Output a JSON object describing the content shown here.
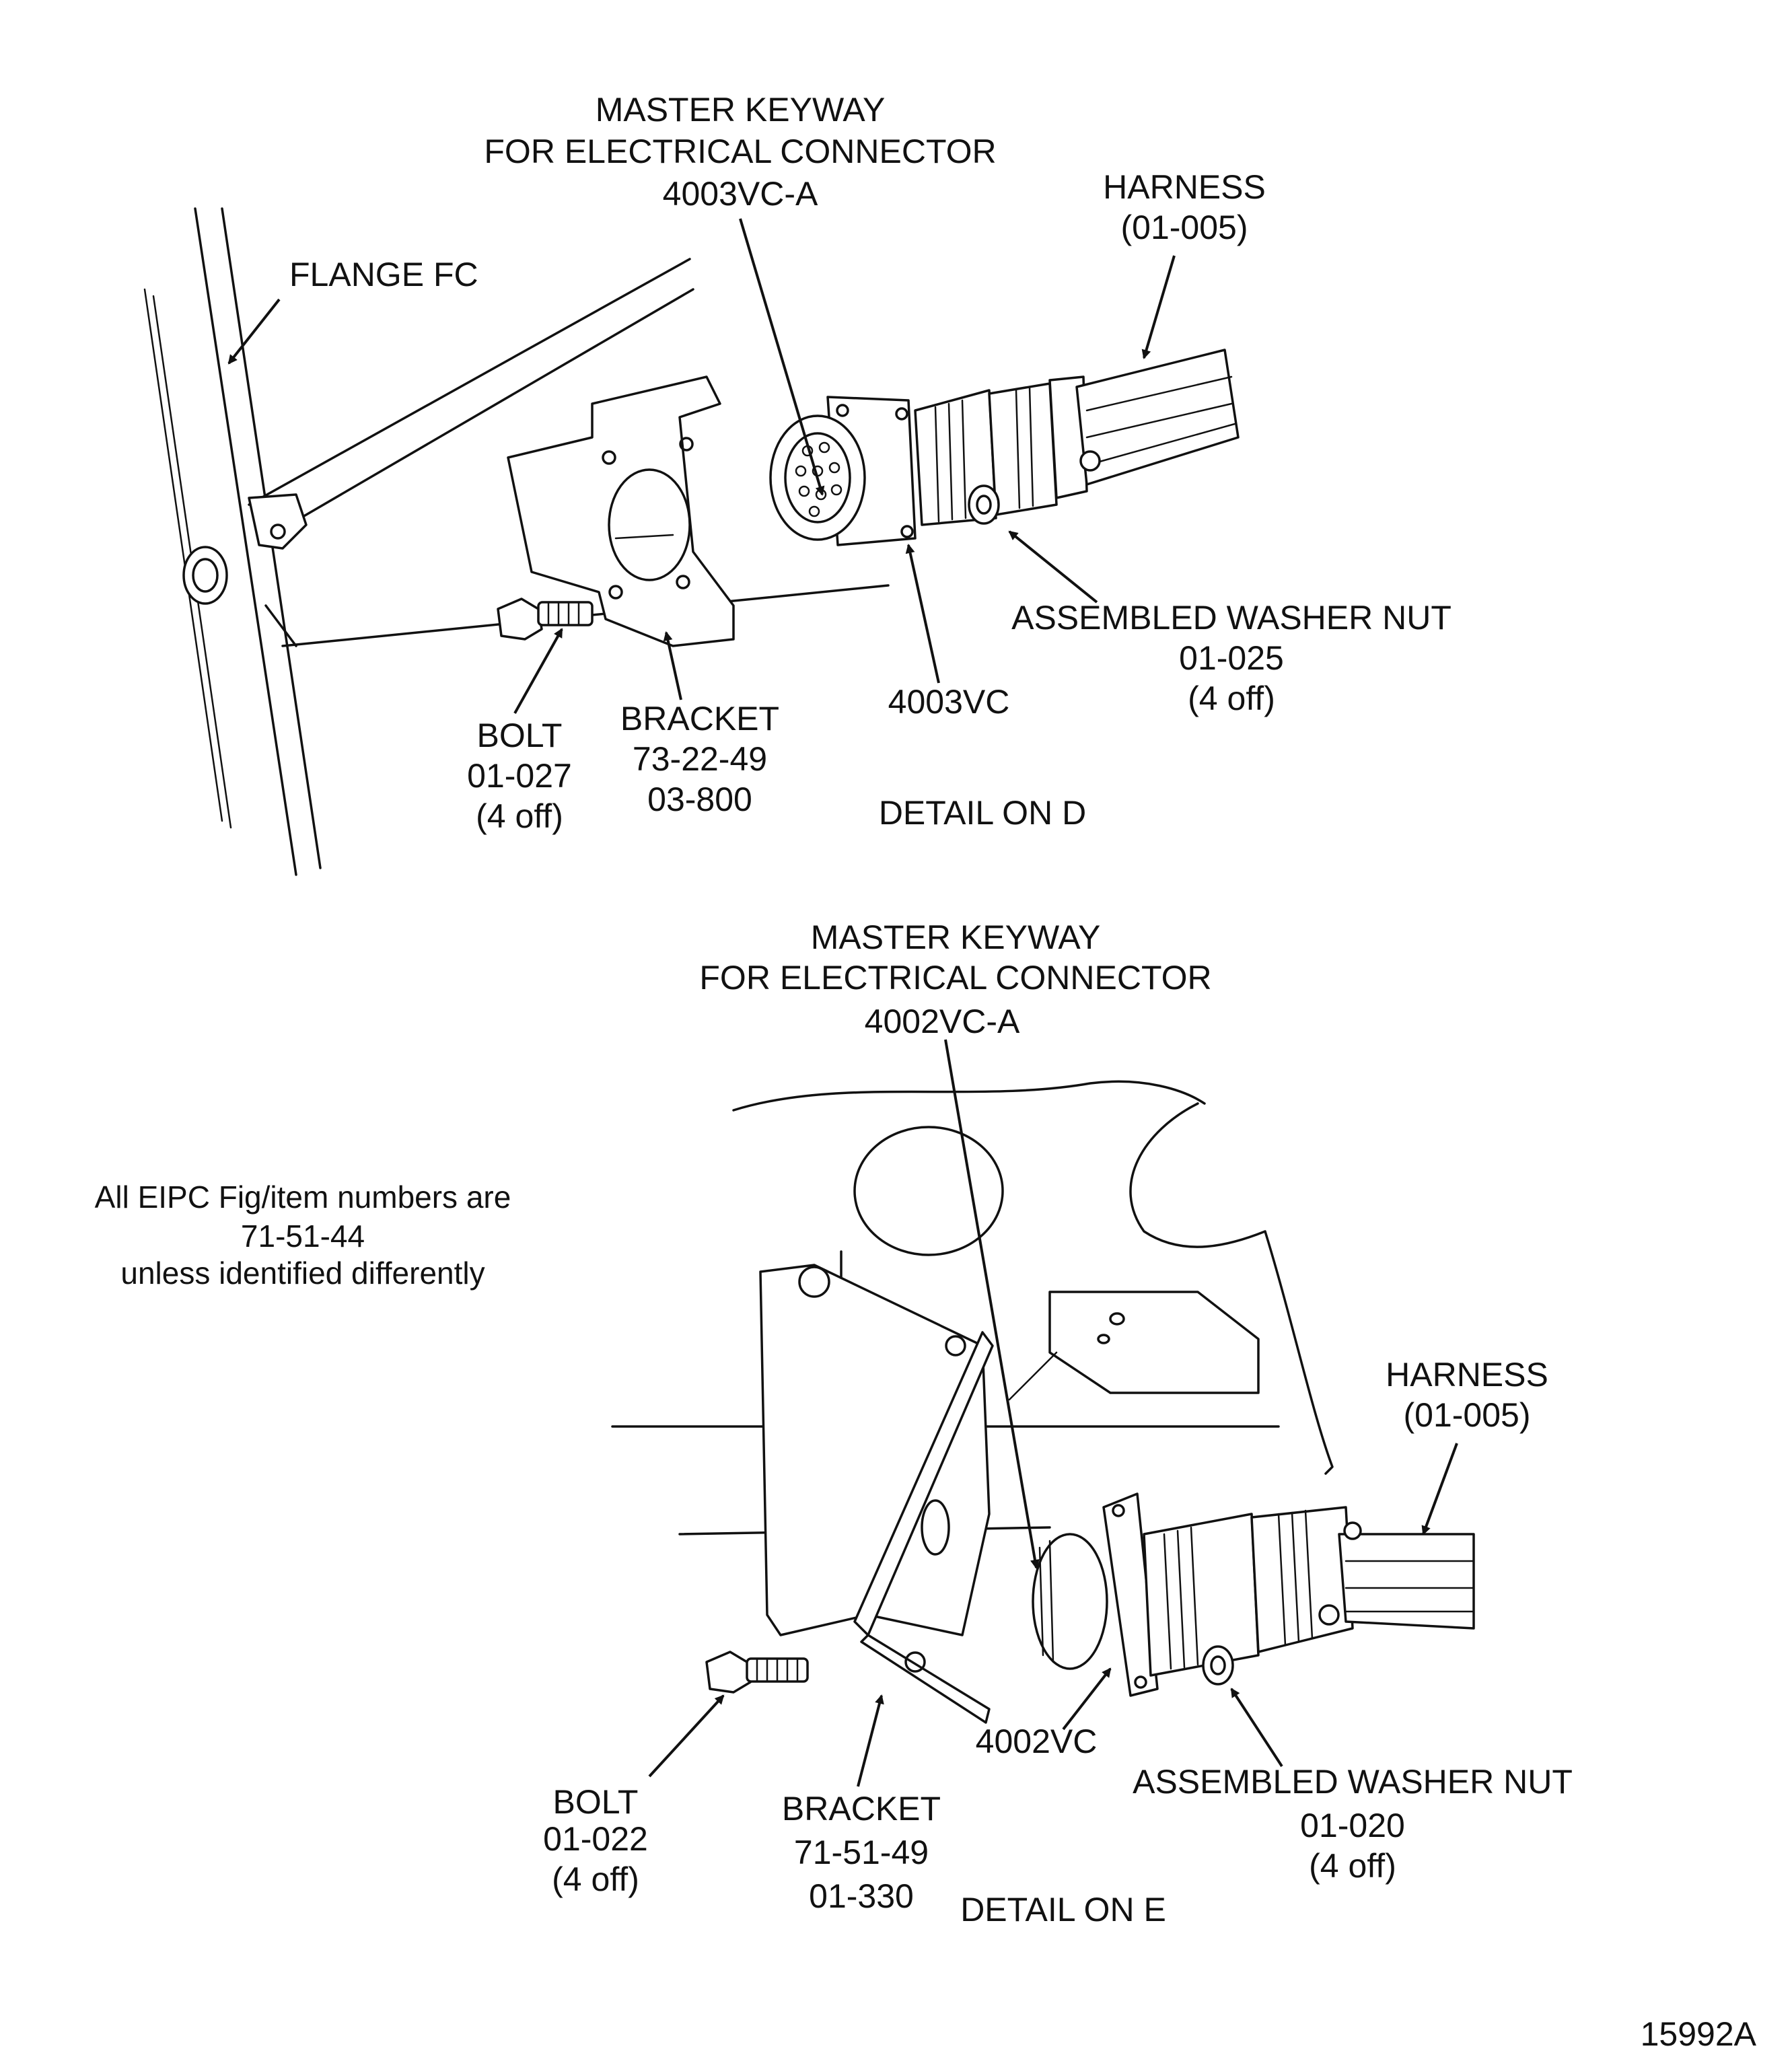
{
  "detail_d": {
    "keyway_line1": "MASTER KEYWAY",
    "keyway_line2": "FOR ELECTRICAL CONNECTOR",
    "keyway_part": "4003VC-A",
    "harness": "HARNESS",
    "harness_ref": "(01-005)",
    "flange": "FLANGE FC",
    "washer_nut": "ASSEMBLED WASHER NUT",
    "washer_nut_ref": "01-025",
    "washer_nut_qty": "(4 off)",
    "connector": "4003VC",
    "bolt": "BOLT",
    "bolt_ref": "01-027",
    "bolt_qty": "(4 off)",
    "bracket": "BRACKET",
    "bracket_ref1": "73-22-49",
    "bracket_ref2": "03-800",
    "caption": "DETAIL ON D"
  },
  "detail_e": {
    "keyway_line1": "MASTER KEYWAY",
    "keyway_line2": "FOR ELECTRICAL CONNECTOR",
    "keyway_part": "4002VC-A",
    "harness": "HARNESS",
    "harness_ref": "(01-005)",
    "connector": "4002VC",
    "washer_nut": "ASSEMBLED WASHER NUT",
    "washer_nut_ref": "01-020",
    "washer_nut_qty": "(4 off)",
    "bolt": "BOLT",
    "bolt_ref": "01-022",
    "bolt_qty": "(4 off)",
    "bracket": "BRACKET",
    "bracket_ref1": "71-51-49",
    "bracket_ref2": "01-330",
    "caption": "DETAIL ON E"
  },
  "note": {
    "line1": "All EIPC Fig/item numbers are",
    "line2": "71-51-44",
    "line3": "unless identified differently"
  },
  "figure_id": "15992A"
}
